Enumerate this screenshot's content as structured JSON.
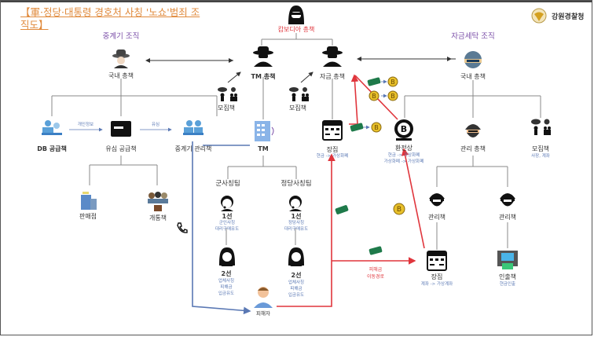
{
  "title": "【軍·정당·대통령 경호처 사칭 '노쇼'범죄 조직도】",
  "logo_text": "강원경찰청",
  "colors": {
    "title": "#e08a3c",
    "group_label": "#7b4fa8",
    "red_flow": "#e0353c",
    "blue_flow": "#5a78b4",
    "note": "#5a78b4"
  },
  "top": {
    "label": "캄보디아 총책"
  },
  "groups": {
    "broker": "중계기 조직",
    "laundering": "자금세탁 조직"
  },
  "broker_org": {
    "head": "국내 총책",
    "db_supplier": "DB 공급책",
    "usim_supplier": "유심 공급책",
    "relay_manager": "중계기 관리책",
    "edge_personal_info": "개인정보",
    "edge_usim": "유심",
    "store": "판매점",
    "opener": "개통책"
  },
  "tm": {
    "head": "TM 총책",
    "recruiter": "모집책",
    "center": "TM",
    "team_military": "군사칭팀",
    "team_party": "정당사칭팀",
    "line1_military": {
      "title": "1선",
      "notes": [
        "군인사칭",
        "대리구매유도"
      ]
    },
    "line1_party": {
      "title": "1선",
      "notes": [
        "정당사칭",
        "대리구매유도"
      ]
    },
    "line2_military": {
      "title": "2선",
      "notes": [
        "업체사칭",
        "피해금",
        "입금유도"
      ]
    },
    "line2_party": {
      "title": "2선",
      "notes": [
        "업체사칭",
        "피해금",
        "입금유도"
      ]
    },
    "victim": "피해자"
  },
  "funds": {
    "head": "자금 총책",
    "recruiter": "모집책",
    "shop1": {
      "title": "장집",
      "note": "현금 -> 가상화폐"
    },
    "exchanger": {
      "title": "환전상",
      "notes": [
        "현금 -> 가상화폐",
        "가상화폐 -> 가상화폐"
      ]
    },
    "victim_money": [
      "피해금",
      "이동경로"
    ]
  },
  "laundering_org": {
    "head": "국내 총책",
    "manager_head": "관리 총책",
    "recruiter": {
      "title": "모집책",
      "note": "사장, 계좌"
    },
    "manager1": "관리책",
    "manager2": "관리책",
    "shop2": {
      "title": "장집",
      "note": "계좌 -> 가상계좌"
    },
    "withdrawer": {
      "title": "인출책",
      "note": "현금인출"
    }
  }
}
